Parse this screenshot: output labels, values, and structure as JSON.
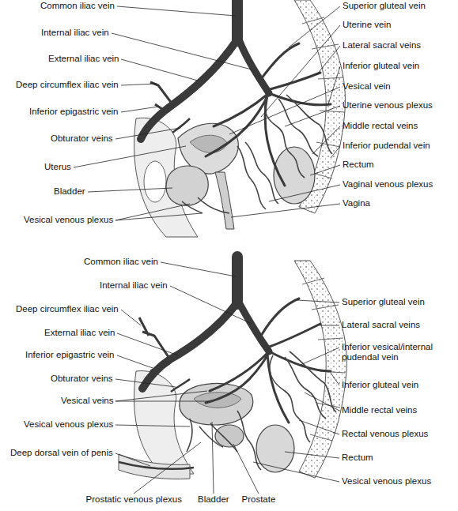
{
  "diagram": {
    "labels": [
      "Common iliac vein",
      "Internal iliac vein",
      "External iliac vein",
      "Deep circumflex iliac vein",
      "Inferior epigastric vein",
      "Obturator veins",
      "Uterus",
      "Bladder",
      "Vesical venous plexus",
      "Superior gluteal vein",
      "Uterine vein",
      "Lateral sacral veins",
      "Inferior gluteal vein",
      "Vesical vein",
      "Uterine venous plexus",
      "Middle rectal veins",
      "Inferior pudendal vein",
      "Rectum",
      "Vaginal venous plexus",
      "Vagina",
      "Common iliac vein",
      "Internal iliac vein",
      "Deep circumflex iliac vein",
      "External iliac vein",
      "Inferior epigastric vein",
      "Obturator veins",
      "Vesical veins",
      "Vesical venous plexus",
      "Deep dorsal vein of penis",
      "Superior gluteal vein",
      "Lateral sacral veins",
      "Inferior vesical/internal pudendal vein",
      "Inferior gluteal vein",
      "Middle rectal veins",
      "Rectal venous plexus",
      "Rectum",
      "Vesical venous plexus",
      "Prostatic venous plexus",
      "Bladder",
      "Prostate"
    ]
  }
}
